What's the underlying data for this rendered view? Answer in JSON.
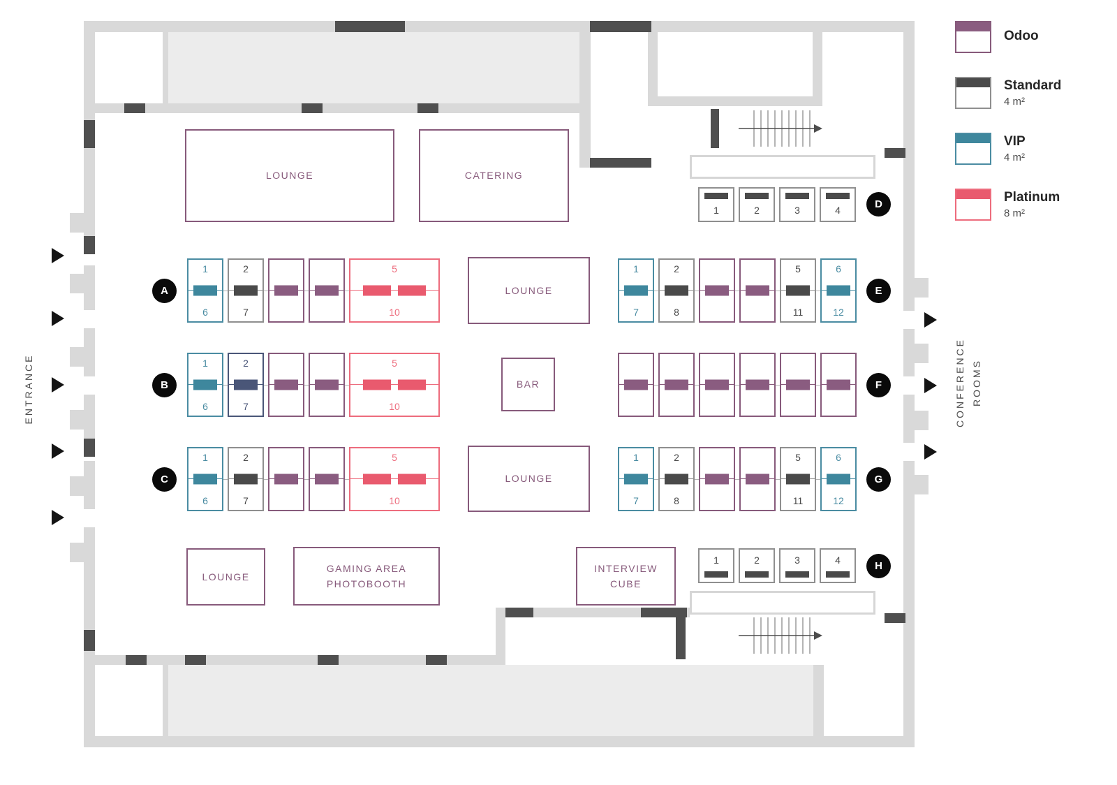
{
  "colors": {
    "odoo": "#875a7b",
    "odoo_bar": "#8a5c80",
    "standard_border": "#8f8f8f",
    "standard_bar": "#4a4a4a",
    "standard_num": "#4a4a4a",
    "vip": "#4a8ca2",
    "vip_bar": "#3e879d",
    "platinum": "#ed6c7d",
    "platinum_bar": "#e95a6e",
    "navy": "#4a5678",
    "wall": "#d9d9d9",
    "wall_dark": "#4f4f4f",
    "room": "#ececec",
    "marker_bg": "#0a0a0a",
    "area_outline": "#875a7b"
  },
  "legend": {
    "items": [
      {
        "id": "odoo",
        "label": "Odoo",
        "size": ""
      },
      {
        "id": "standard",
        "label": "Standard",
        "size": "4 m²"
      },
      {
        "id": "vip",
        "label": "VIP",
        "size": "4 m²"
      },
      {
        "id": "platinum",
        "label": "Platinum",
        "size": "8 m²"
      }
    ]
  },
  "labels": {
    "entrance": "ENTRANCE",
    "conference_line1": "CONFERENCE",
    "conference_line2": "ROOMS"
  },
  "areas": {
    "lounge_top": "LOUNGE",
    "catering": "CATERING",
    "lounge_center": "LOUNGE",
    "bar": "BAR",
    "lounge_center_low": "LOUNGE",
    "lounge_bottom": "LOUNGE",
    "gaming_line1": "GAMING AREA",
    "gaming_line2": "PHOTOBOOTH",
    "interview_line1": "INTERVIEW",
    "interview_line2": "CUBE"
  },
  "floor": {
    "markers": [
      "A",
      "B",
      "C",
      "D",
      "E",
      "F",
      "G",
      "H"
    ],
    "rows": [
      {
        "id": "A",
        "kind": "large",
        "booths": [
          {
            "type": "vip",
            "top": "1",
            "bottom": "6"
          },
          {
            "type": "standard",
            "top": "2",
            "bottom": "7"
          },
          {
            "type": "odoo"
          },
          {
            "type": "odoo"
          },
          {
            "type": "platinum",
            "top": "5",
            "bottom": "10",
            "wide": true
          }
        ]
      },
      {
        "id": "B",
        "kind": "large",
        "booths": [
          {
            "type": "vip",
            "top": "1",
            "bottom": "6"
          },
          {
            "type": "navy",
            "top": "2",
            "bottom": "7"
          },
          {
            "type": "odoo"
          },
          {
            "type": "odoo"
          },
          {
            "type": "platinum",
            "top": "5",
            "bottom": "10",
            "wide": true
          }
        ]
      },
      {
        "id": "C",
        "kind": "large",
        "booths": [
          {
            "type": "vip",
            "top": "1",
            "bottom": "6"
          },
          {
            "type": "standard",
            "top": "2",
            "bottom": "7"
          },
          {
            "type": "odoo"
          },
          {
            "type": "odoo"
          },
          {
            "type": "platinum",
            "top": "5",
            "bottom": "10",
            "wide": true
          }
        ]
      },
      {
        "id": "E",
        "kind": "large",
        "booths": [
          {
            "type": "vip",
            "top": "1",
            "bottom": "7"
          },
          {
            "type": "standard",
            "top": "2",
            "bottom": "8"
          },
          {
            "type": "odoo"
          },
          {
            "type": "odoo"
          },
          {
            "type": "standard",
            "top": "5",
            "bottom": "11"
          },
          {
            "type": "vip",
            "top": "6",
            "bottom": "12"
          }
        ]
      },
      {
        "id": "F",
        "kind": "large",
        "booths": [
          {
            "type": "odoo"
          },
          {
            "type": "odoo"
          },
          {
            "type": "odoo"
          },
          {
            "type": "odoo"
          },
          {
            "type": "odoo"
          },
          {
            "type": "odoo"
          }
        ]
      },
      {
        "id": "G",
        "kind": "large",
        "booths": [
          {
            "type": "vip",
            "top": "1",
            "bottom": "7"
          },
          {
            "type": "standard",
            "top": "2",
            "bottom": "8"
          },
          {
            "type": "odoo"
          },
          {
            "type": "odoo"
          },
          {
            "type": "standard",
            "top": "5",
            "bottom": "11"
          },
          {
            "type": "vip",
            "top": "6",
            "bottom": "12"
          }
        ]
      },
      {
        "id": "D",
        "kind": "small",
        "bar_side": "top",
        "booths": [
          {
            "num": "1"
          },
          {
            "num": "2"
          },
          {
            "num": "3"
          },
          {
            "num": "4"
          }
        ]
      },
      {
        "id": "H",
        "kind": "small",
        "bar_side": "bottom",
        "booths": [
          {
            "num": "1"
          },
          {
            "num": "2"
          },
          {
            "num": "3"
          },
          {
            "num": "4"
          }
        ]
      }
    ]
  }
}
